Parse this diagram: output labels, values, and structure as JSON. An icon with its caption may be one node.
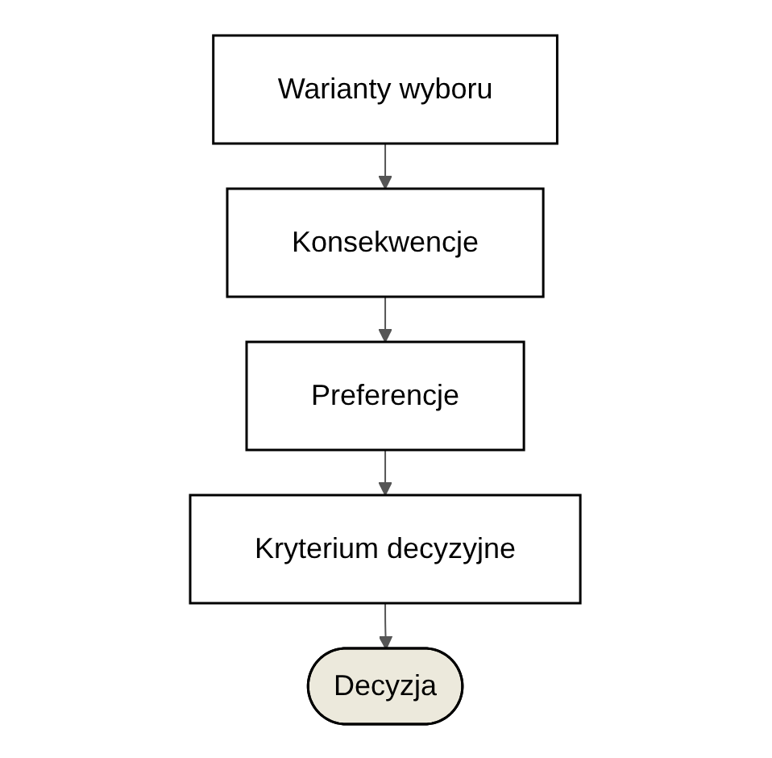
{
  "diagram": {
    "nodes": [
      {
        "text": [
          "Warianty wyboru"
        ]
      },
      {
        "text": [
          "Konsekwencje"
        ]
      },
      {
        "text": [
          "Preferencje"
        ]
      },
      {
        "text": [
          "Kryterium decyzyjne"
        ]
      },
      {
        "text": [
          "Decyzja"
        ]
      }
    ],
    "edges": [
      {
        "from": 0,
        "to": 1,
        "arrow": "to"
      },
      {
        "from": 1,
        "to": 2,
        "arrow": "to"
      },
      {
        "from": 2,
        "to": 3,
        "arrow": "to"
      },
      {
        "from": 3,
        "to": 4,
        "arrow": "to"
      }
    ]
  }
}
